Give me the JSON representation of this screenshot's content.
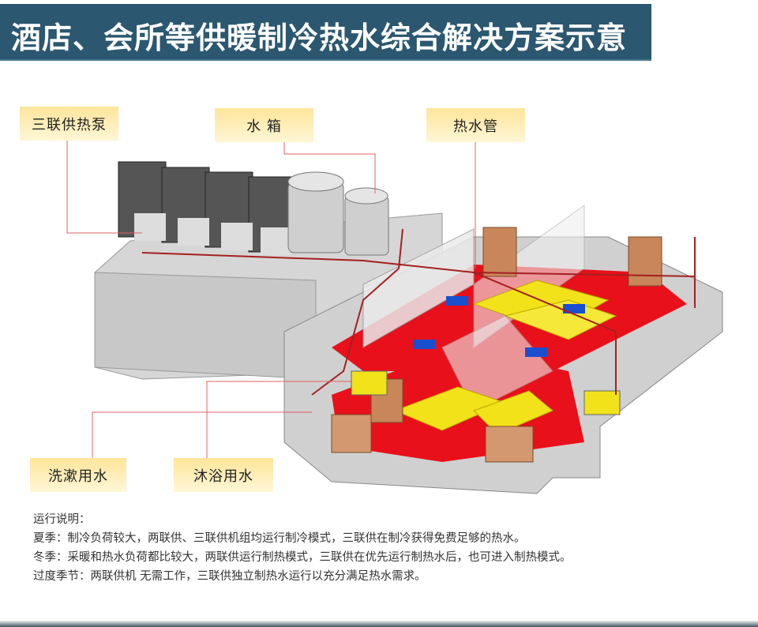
{
  "title": "酒店、会所等供暖制冷热水综合解决方案示意",
  "labels": {
    "heat_pump": "三联供热泵",
    "water_tank": "水 箱",
    "hot_water_pipe": "热水管",
    "washing_water": "洗漱用水",
    "shower_water": "沐浴用水"
  },
  "notes": {
    "heading": "运行说明：",
    "summer": "夏季：制冷负荷较大，两联供、三联供机组均运行制冷模式，三联供在制冷获得免费足够的热水。",
    "winter": "冬季：采暖和热水负荷都比较大，两联供运行制热模式，三联供在优先运行制热水后，也可进入制热模式。",
    "transition": "过度季节：两联供机 无需工作，三联供独立制热水运行以充分满足热水需求。"
  },
  "colors": {
    "title_bg": "#2b5770",
    "leader": "#e06060",
    "floor_red": "#e8101a",
    "bed_yellow": "#f2e21a"
  }
}
